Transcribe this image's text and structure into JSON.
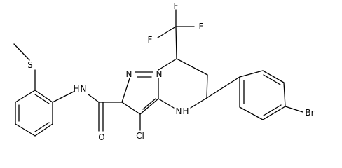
{
  "molecule": {
    "atoms": {
      "F1": "F",
      "F2": "F",
      "F3": "F",
      "S": "S",
      "N_pyrazole": "N",
      "N_bridge": "N",
      "NH_amide": "N",
      "H_amide": "H",
      "O": "O",
      "NH_ring": "N",
      "H_ring": "H",
      "Cl": "Cl",
      "Br": "Br"
    }
  }
}
